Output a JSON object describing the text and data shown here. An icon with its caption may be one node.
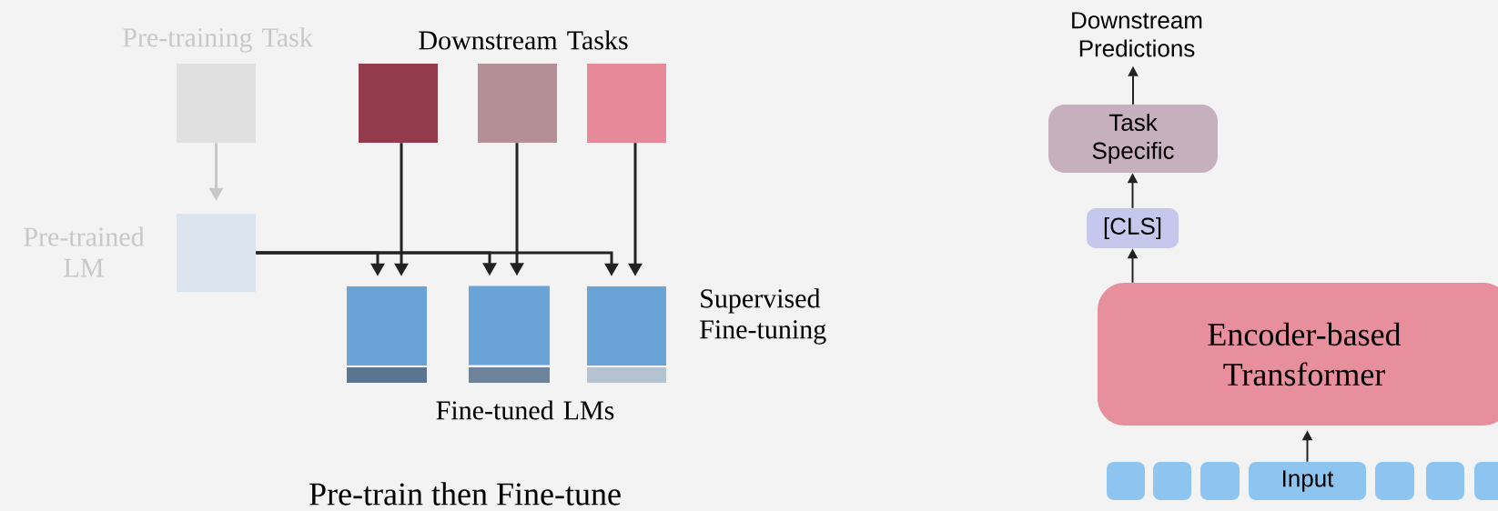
{
  "diagram": {
    "caption": "Pre-train then Fine-tune",
    "nodes": [
      {
        "text": [
          "Pre-training Task"
        ]
      },
      {
        "text": [
          "Pre-trained LM"
        ]
      },
      {
        "text": [],
        "shape": "box"
      },
      {
        "text": [],
        "shape": "box"
      },
      {
        "text": [],
        "shape": "box"
      },
      {
        "text": [],
        "shape": "box"
      },
      {
        "text": [],
        "shape": "box"
      },
      {
        "text": [],
        "shape": "box"
      },
      {
        "text": [
          "Downstream Predictions"
        ]
      },
      {
        "text": [
          "Task Specific"
        ]
      },
      {
        "text": [
          "[CLS]"
        ]
      },
      {
        "text": [
          "Encoder-based Transformer"
        ]
      },
      {
        "text": [],
        "shape": "box"
      },
      {
        "text": [],
        "shape": "box"
      },
      {
        "text": [],
        "shape": "box"
      },
      {
        "text": [
          "Input"
        ]
      },
      {
        "text": [],
        "shape": "box"
      },
      {
        "text": [],
        "shape": "box"
      },
      {
        "text": [],
        "shape": "box"
      }
    ],
    "edges": [
      {
        "from": 0,
        "to": 1,
        "arrow": "to",
        "color": "#c8c8c8"
      },
      {
        "from": 1,
        "to": 5,
        "arrow": "to"
      },
      {
        "from": 1,
        "to": 6,
        "arrow": "to"
      },
      {
        "from": 1,
        "to": 7,
        "arrow": "to"
      },
      {
        "from": 2,
        "to": 5,
        "arrow": "to"
      },
      {
        "from": 3,
        "to": 6,
        "arrow": "to"
      },
      {
        "from": 4,
        "to": 7,
        "arrow": "to"
      },
      {
        "from": 9,
        "to": 8,
        "arrow": "to"
      },
      {
        "from": 10,
        "to": 9,
        "arrow": "to"
      },
      {
        "from": 11,
        "to": 10,
        "arrow": "to"
      },
      {
        "from": 15,
        "to": 11,
        "arrow": "to"
      }
    ],
    "labels": [
      "Downstream Tasks",
      "Supervised Fine-tuning",
      "Fine-tuned LMs"
    ]
  }
}
